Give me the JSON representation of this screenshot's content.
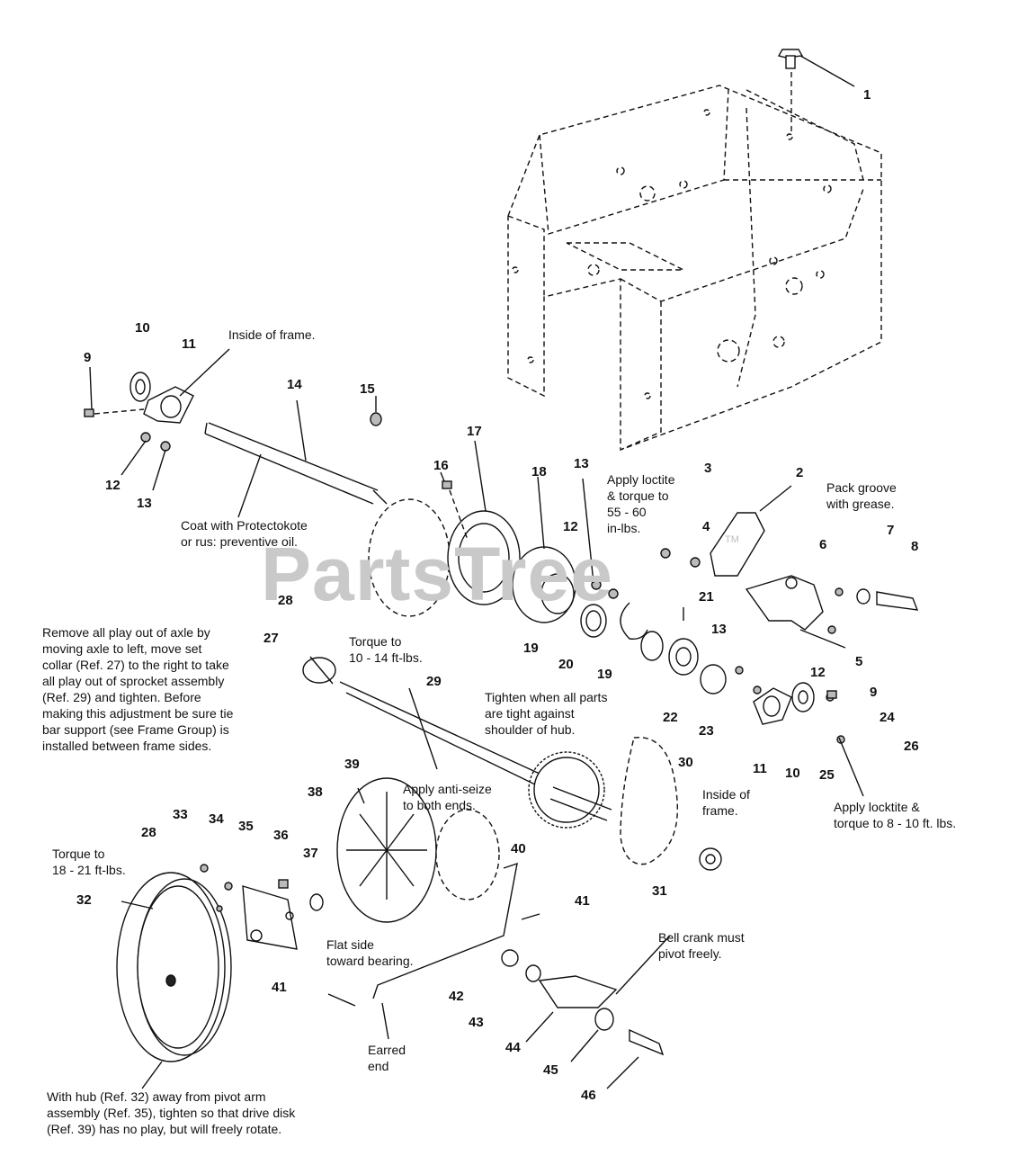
{
  "watermark": {
    "text": "PartsTree",
    "tm": "TM"
  },
  "callouts": [
    {
      "id": "c1",
      "label": "1"
    },
    {
      "id": "c2",
      "label": "2"
    },
    {
      "id": "c3",
      "label": "3"
    },
    {
      "id": "c4",
      "label": "4"
    },
    {
      "id": "c5",
      "label": "5"
    },
    {
      "id": "c6",
      "label": "6"
    },
    {
      "id": "c7",
      "label": "7"
    },
    {
      "id": "c8",
      "label": "8"
    },
    {
      "id": "c9a",
      "label": "9"
    },
    {
      "id": "c9b",
      "label": "9"
    },
    {
      "id": "c10a",
      "label": "10"
    },
    {
      "id": "c10b",
      "label": "10"
    },
    {
      "id": "c11a",
      "label": "11"
    },
    {
      "id": "c11b",
      "label": "11"
    },
    {
      "id": "c12a",
      "label": "12"
    },
    {
      "id": "c12b",
      "label": "12"
    },
    {
      "id": "c12c",
      "label": "12"
    },
    {
      "id": "c13a",
      "label": "13"
    },
    {
      "id": "c13b",
      "label": "13"
    },
    {
      "id": "c13c",
      "label": "13"
    },
    {
      "id": "c14",
      "label": "14"
    },
    {
      "id": "c15",
      "label": "15"
    },
    {
      "id": "c16",
      "label": "16"
    },
    {
      "id": "c17",
      "label": "17"
    },
    {
      "id": "c18",
      "label": "18"
    },
    {
      "id": "c19a",
      "label": "19"
    },
    {
      "id": "c19b",
      "label": "19"
    },
    {
      "id": "c20",
      "label": "20"
    },
    {
      "id": "c21",
      "label": "21"
    },
    {
      "id": "c22",
      "label": "22"
    },
    {
      "id": "c23",
      "label": "23"
    },
    {
      "id": "c24",
      "label": "24"
    },
    {
      "id": "c25",
      "label": "25"
    },
    {
      "id": "c26",
      "label": "26"
    },
    {
      "id": "c27",
      "label": "27"
    },
    {
      "id": "c28a",
      "label": "28"
    },
    {
      "id": "c28b",
      "label": "28"
    },
    {
      "id": "c29",
      "label": "29"
    },
    {
      "id": "c30",
      "label": "30"
    },
    {
      "id": "c31",
      "label": "31"
    },
    {
      "id": "c32",
      "label": "32"
    },
    {
      "id": "c33",
      "label": "33"
    },
    {
      "id": "c34",
      "label": "34"
    },
    {
      "id": "c35",
      "label": "35"
    },
    {
      "id": "c36",
      "label": "36"
    },
    {
      "id": "c37",
      "label": "37"
    },
    {
      "id": "c38",
      "label": "38"
    },
    {
      "id": "c39",
      "label": "39"
    },
    {
      "id": "c40",
      "label": "40"
    },
    {
      "id": "c41a",
      "label": "41"
    },
    {
      "id": "c41b",
      "label": "41"
    },
    {
      "id": "c42",
      "label": "42"
    },
    {
      "id": "c43",
      "label": "43"
    },
    {
      "id": "c44",
      "label": "44"
    },
    {
      "id": "c45",
      "label": "45"
    },
    {
      "id": "c46",
      "label": "46"
    }
  ],
  "notes": {
    "inside_frame_top": "Inside of frame.",
    "coat": "Coat with Protectokote\nor rus: preventive oil.",
    "loctite_55": "Apply loctite\n& torque to\n55 - 60\nin-lbs.",
    "pack_groove": "Pack groove\nwith grease.",
    "remove_play": "Remove all play out of axle by\nmoving axle to left, move set\ncollar (Ref. 27) to the right to take\nall play out of sprocket assembly\n(Ref. 29) and tighten. Before\nmaking this adjustment be sure tie\nbar support  (see Frame Group) is\ninstalled between frame sides.",
    "torque_10": "Torque to\n10 - 14 ft-lbs.",
    "tighten_hub": "Tighten when all parts\nare tight against\nshoulder of hub.",
    "inside_frame_bottom": "Inside of\nframe.",
    "loctite_8": "Apply locktite &\ntorque to 8 - 10 ft. lbs.",
    "anti_seize": "Apply anti-seize\nto both ends.",
    "torque_18": "Torque to\n18 - 21 ft-lbs.",
    "flat_side": "Flat side\ntoward bearing.",
    "bell_crank": "Bell crank must\npivot freely.",
    "earred_end": "Earred\nend",
    "hub_note": "With hub (Ref. 32) away from pivot arm\nassembly (Ref. 35), tighten so that drive disk\n(Ref. 39) has no play, but will freely rotate."
  }
}
